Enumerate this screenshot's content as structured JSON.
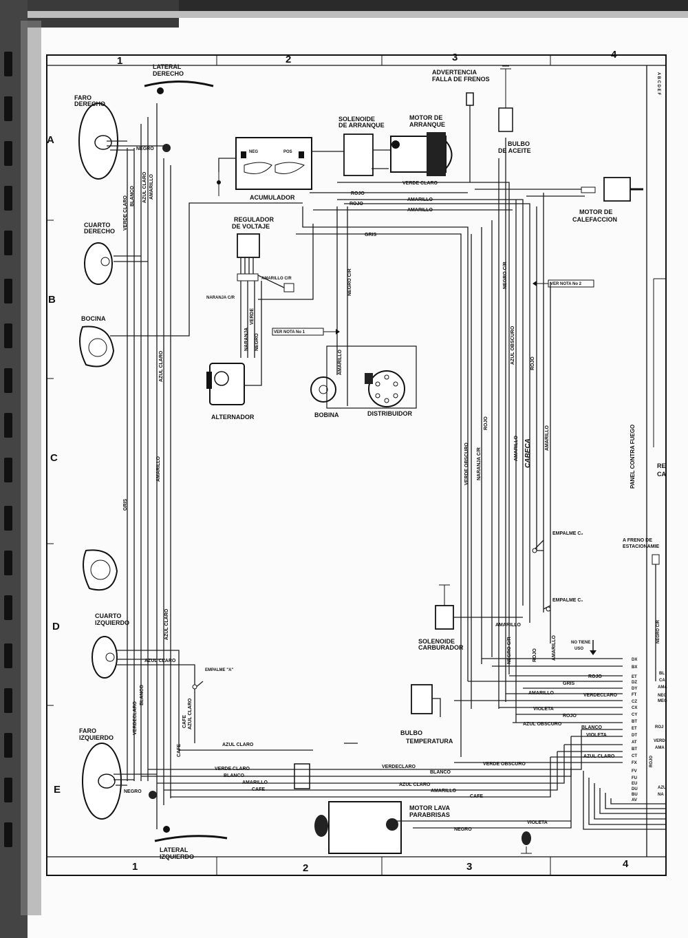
{
  "grid": {
    "columns": [
      "1",
      "2",
      "3",
      "4"
    ],
    "rows": [
      "A",
      "B",
      "C",
      "D",
      "E"
    ],
    "side_letters": "A B C D E F"
  },
  "components": {
    "lateral_derecho": [
      "LATERAL",
      "DERECHO"
    ],
    "faro_derecho": [
      "FARO",
      "DERECHO"
    ],
    "cuarto_derecho": [
      "CUARTO",
      "DERECHO"
    ],
    "bocina": "BOCINA",
    "acumulador": "ACUMULADOR",
    "acumulador_neg": "NEG",
    "acumulador_pos": "POS",
    "solenoide_arranque": [
      "SOLENOIDE",
      "DE ARRANQUE"
    ],
    "motor_arranque": [
      "MOTOR DE",
      "ARRANQUE"
    ],
    "advertencia": [
      "ADVERTENCIA",
      "FALLA DE FRENOS"
    ],
    "bulbo_aceite": [
      "BULBO",
      "DE ACEITE"
    ],
    "motor_calefaccion": [
      "MOTOR DE",
      "CALEFACCION"
    ],
    "regulador": [
      "REGULADOR",
      "DE VOLTAJE"
    ],
    "alternador": "ALTERNADOR",
    "bobina": "BOBINA",
    "distribuidor": "DISTRIBUIDOR",
    "cuarto_izquierdo": [
      "CUARTO",
      "IZQUIERDO"
    ],
    "faro_izquierdo": [
      "FARO",
      "IZQUIERDO"
    ],
    "lateral_izquierdo": [
      "LATERAL",
      "IZQUIERDO"
    ],
    "solenoide_carburador": [
      "SOLENOIDE",
      "CARBURADOR"
    ],
    "bulbo_temperatura": [
      "BULBO",
      "TEMPERATURA"
    ],
    "motor_lava": [
      "MOTOR LAVA",
      "PARABRISAS"
    ],
    "panel": "PANEL CONTRA FUEGO",
    "freno_estacionamiento": [
      "A FRENO DE",
      "ESTACIONAMIE"
    ],
    "empalme_a": "EMPALME \"A\"",
    "empalme_c2": "EMPALME C₂",
    "empalme_c1": "EMPALME C₁",
    "no_tiene_uso": [
      "NO TIENE",
      "USO"
    ],
    "ver_nota_1": "VER NOTA No 1",
    "ver_nota_2": "VER NOTA No 2",
    "handwritten": "CABECA",
    "cut_re": "RE",
    "cut_ca": "CA"
  },
  "wire_colors": {
    "negro": "NEGRO",
    "blanco": "BLANCO",
    "verde_claro": "VERDE CLARO",
    "azul_claro": "AZUL CLARO",
    "amarillo": "AMARILLO",
    "verde_claro_2": "VERDECLARO",
    "gris": "GRIS",
    "rojo": "ROJO",
    "amarillo_cr": "AMARILLO C/R",
    "naranja_cr": "NARANJA C/R",
    "naranja": "NARANJA",
    "verde": "VERDE",
    "negro_cr": "NEGRO C/R",
    "azul_obscuro": "AZUL OBSCURO",
    "verde_obscuro": "VERDE OBSCURO",
    "cafe": "CAFE",
    "violeta": "VIOLETA"
  },
  "connector_codes": [
    "DX",
    "BX",
    "ET",
    "DZ",
    "DY",
    "FT",
    "CZ",
    "CX",
    "CY",
    "BT",
    "ET",
    "DT",
    "AT",
    "BT",
    "CT",
    "FX"
  ],
  "connector_codes_2": [
    "FV",
    "FU",
    "EU",
    "DU",
    "BU",
    "AV"
  ],
  "right_cut_labels": [
    "BL",
    "CA",
    "AMA",
    "NEG",
    "MEG",
    "ROJ",
    "VERD",
    "AMA",
    "AZU",
    "NA",
    "ROJO",
    "NEGRO C/R"
  ]
}
